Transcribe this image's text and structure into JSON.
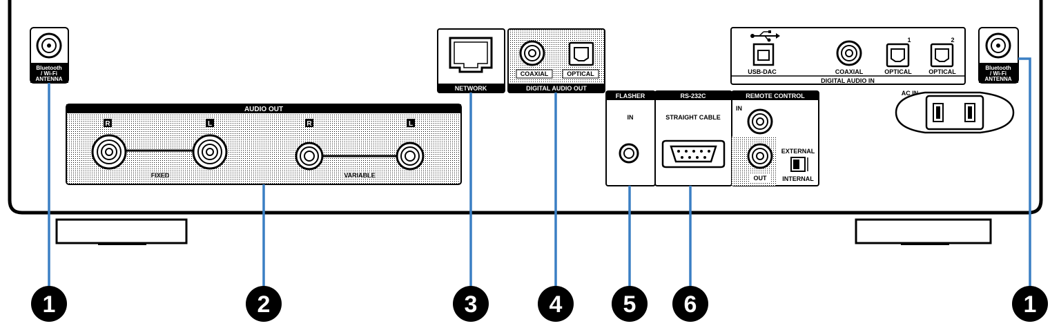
{
  "antenna_left": {
    "line1": "Bluetooth",
    "line2": "/ Wi-Fi",
    "line3": "ANTENNA"
  },
  "antenna_right": {
    "line1": "Bluetooth",
    "line2": "/ Wi-Fi",
    "line3": "ANTENNA"
  },
  "audio_out": {
    "title": "AUDIO OUT",
    "r1": "R",
    "l1": "L",
    "r2": "R",
    "l2": "L",
    "fixed": "FIXED",
    "variable": "VARIABLE"
  },
  "network": {
    "label": "NETWORK"
  },
  "digital_out": {
    "title": "DIGITAL AUDIO OUT",
    "coaxial": "COAXIAL",
    "optical": "OPTICAL"
  },
  "digital_in": {
    "title": "DIGITAL AUDIO IN",
    "usb": "USB-DAC",
    "coaxial": "COAXIAL",
    "optical1": "OPTICAL",
    "optical2": "OPTICAL",
    "num1": "1",
    "num2": "2"
  },
  "flasher": {
    "title": "FLASHER",
    "in": "IN"
  },
  "rs232c": {
    "title": "RS-232C",
    "cable": "STRAIGHT CABLE"
  },
  "remote": {
    "title": "REMOTE CONTROL",
    "in": "IN",
    "out": "OUT",
    "external": "EXTERNAL",
    "internal": "INTERNAL"
  },
  "ac_in": {
    "label": "AC IN"
  },
  "callouts": [
    "1",
    "2",
    "3",
    "4",
    "5",
    "6",
    "1"
  ],
  "colors": {
    "callout_line": "#3a7fc4",
    "outline": "#000000",
    "panel_fill": "#ffffff"
  }
}
